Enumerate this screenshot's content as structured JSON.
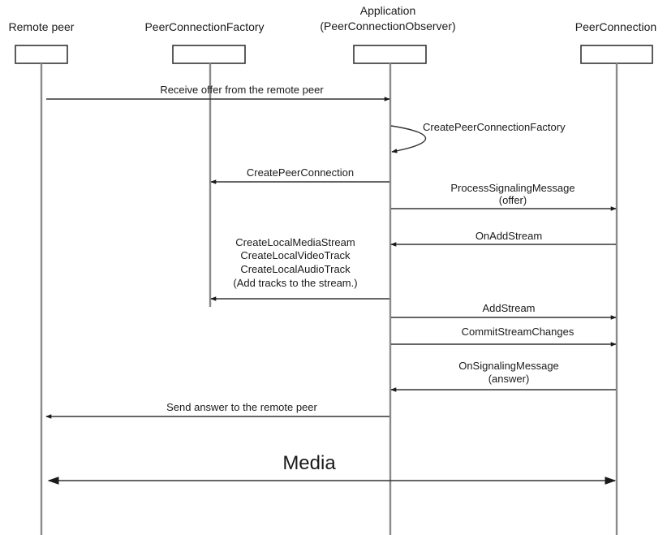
{
  "actors": [
    {
      "id": "remote",
      "label_lines": [
        "Remote peer"
      ]
    },
    {
      "id": "factory",
      "label_lines": [
        "PeerConnectionFactory"
      ]
    },
    {
      "id": "app",
      "label_lines": [
        "Application",
        "(PeerConnectionObserver)"
      ]
    },
    {
      "id": "pc",
      "label_lines": [
        "PeerConnection"
      ]
    }
  ],
  "messages": [
    {
      "from": "remote",
      "to": "app",
      "label_lines": [
        "Receive offer from the remote peer"
      ]
    },
    {
      "from": "app",
      "to": "app",
      "self": true,
      "label_lines": [
        "CreatePeerConnectionFactory"
      ]
    },
    {
      "from": "app",
      "to": "factory",
      "label_lines": [
        "CreatePeerConnection"
      ]
    },
    {
      "from": "app",
      "to": "pc",
      "label_lines": [
        "ProcessSignalingMessage",
        "(offer)"
      ]
    },
    {
      "from": "pc",
      "to": "app",
      "label_lines": [
        "OnAddStream"
      ]
    },
    {
      "from": "app",
      "to": "factory",
      "label_lines": [
        "CreateLocalMediaStream",
        "CreateLocalVideoTrack",
        "CreateLocalAudioTrack",
        "(Add tracks to the stream.)"
      ]
    },
    {
      "from": "app",
      "to": "pc",
      "label_lines": [
        "AddStream"
      ]
    },
    {
      "from": "app",
      "to": "pc",
      "label_lines": [
        "CommitStreamChanges"
      ]
    },
    {
      "from": "pc",
      "to": "app",
      "label_lines": [
        "OnSignalingMessage",
        "(answer)"
      ]
    },
    {
      "from": "app",
      "to": "remote",
      "label_lines": [
        "Send answer to the remote peer"
      ]
    },
    {
      "from": "remote",
      "to": "pc",
      "bidirectional": true,
      "label_lines": [
        "Media"
      ]
    }
  ]
}
